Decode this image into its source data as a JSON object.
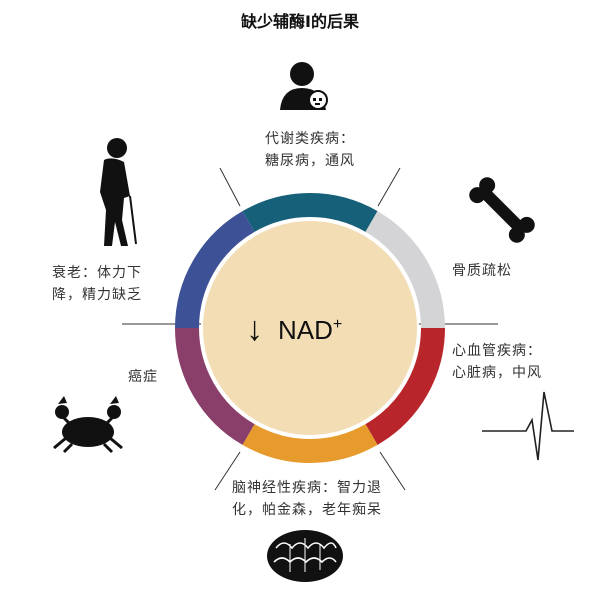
{
  "title": "缺少辅酶I的后果",
  "center": {
    "arrow": "↓",
    "label": "NAD",
    "superscript": "+"
  },
  "colors": {
    "center_fill": "#f3ddb4",
    "ring_top": "#166079",
    "ring_right_top": "#d4d4d6",
    "ring_right_bottom": "#b8262c",
    "ring_bottom": "#e79b2d",
    "ring_left_bottom": "#8a3f6a",
    "ring_left_top": "#3d5196",
    "icon": "#111111"
  },
  "labels": {
    "top_line1": "代谢类疾病：",
    "top_line2": "糖尿病，通风",
    "right_top": "骨质疏松",
    "right_bottom_line1": "心血管疾病：",
    "right_bottom_line2": "心脏病，中风",
    "bottom_line1": "脑神经性疾病：智力退",
    "bottom_line2": "化，帕金森，老年痴呆",
    "left_bottom": "癌症",
    "left_top_line1": "衰老：体力下",
    "left_top_line2": "降，精力缺乏"
  },
  "icons": [
    "diabetic-person-icon",
    "bone-icon",
    "heartbeat-icon",
    "brain-icon",
    "crab-icon",
    "elderly-man-icon"
  ]
}
